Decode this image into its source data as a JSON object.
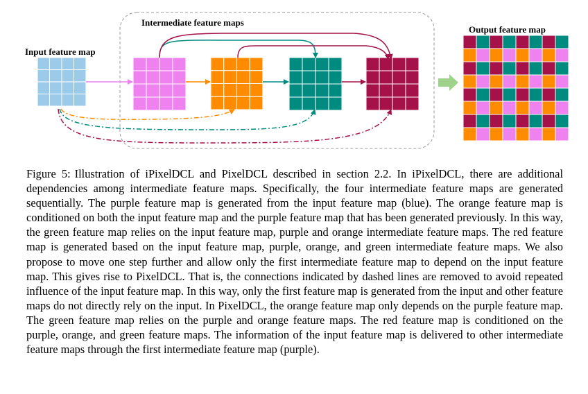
{
  "figure": {
    "labels": {
      "input": "Input feature map",
      "intermediate": "Intermediate feature maps",
      "output": "Output feature map"
    },
    "colors": {
      "input": "#9ccbea",
      "purple": "#ee82ee",
      "orange": "#ff8c00",
      "green": "#008b80",
      "red": "#a5124a",
      "arrow_fill": "#9fd38b"
    },
    "icons": {
      "fuse_arrow": "right-arrow-icon"
    }
  },
  "caption": {
    "label": "Figure 5:",
    "text": "Illustration of iPixelDCL and PixelDCL described in section 2.2. In iPixelDCL, there are additional dependencies among intermediate feature maps. Specifically, the four intermediate feature maps are generated sequentially. The purple feature map is generated from the input feature map (blue). The orange feature map is conditioned on both the input feature map and the purple feature map that has been generated previously. In this way, the green feature map relies on the input feature map, purple and orange intermediate feature maps. The red feature map is generated based on the input feature map, purple, orange, and green intermediate feature maps. We also propose to move one step further and allow only the first intermediate feature map to depend on the input feature map. This gives rise to PixelDCL. That is, the connections indicated by dashed lines are removed to avoid repeated influence of the input feature map. In this way, only the first feature map is generated from the input and other feature maps do not directly rely on the input. In PixelDCL, the orange feature map only depends on the purple feature map. The green feature map relies on the purple and orange feature maps. The red feature map is conditioned on the purple, orange, and green feature maps. The information of the input feature map is delivered to other intermediate feature maps through the first intermediate feature map (purple)."
  }
}
